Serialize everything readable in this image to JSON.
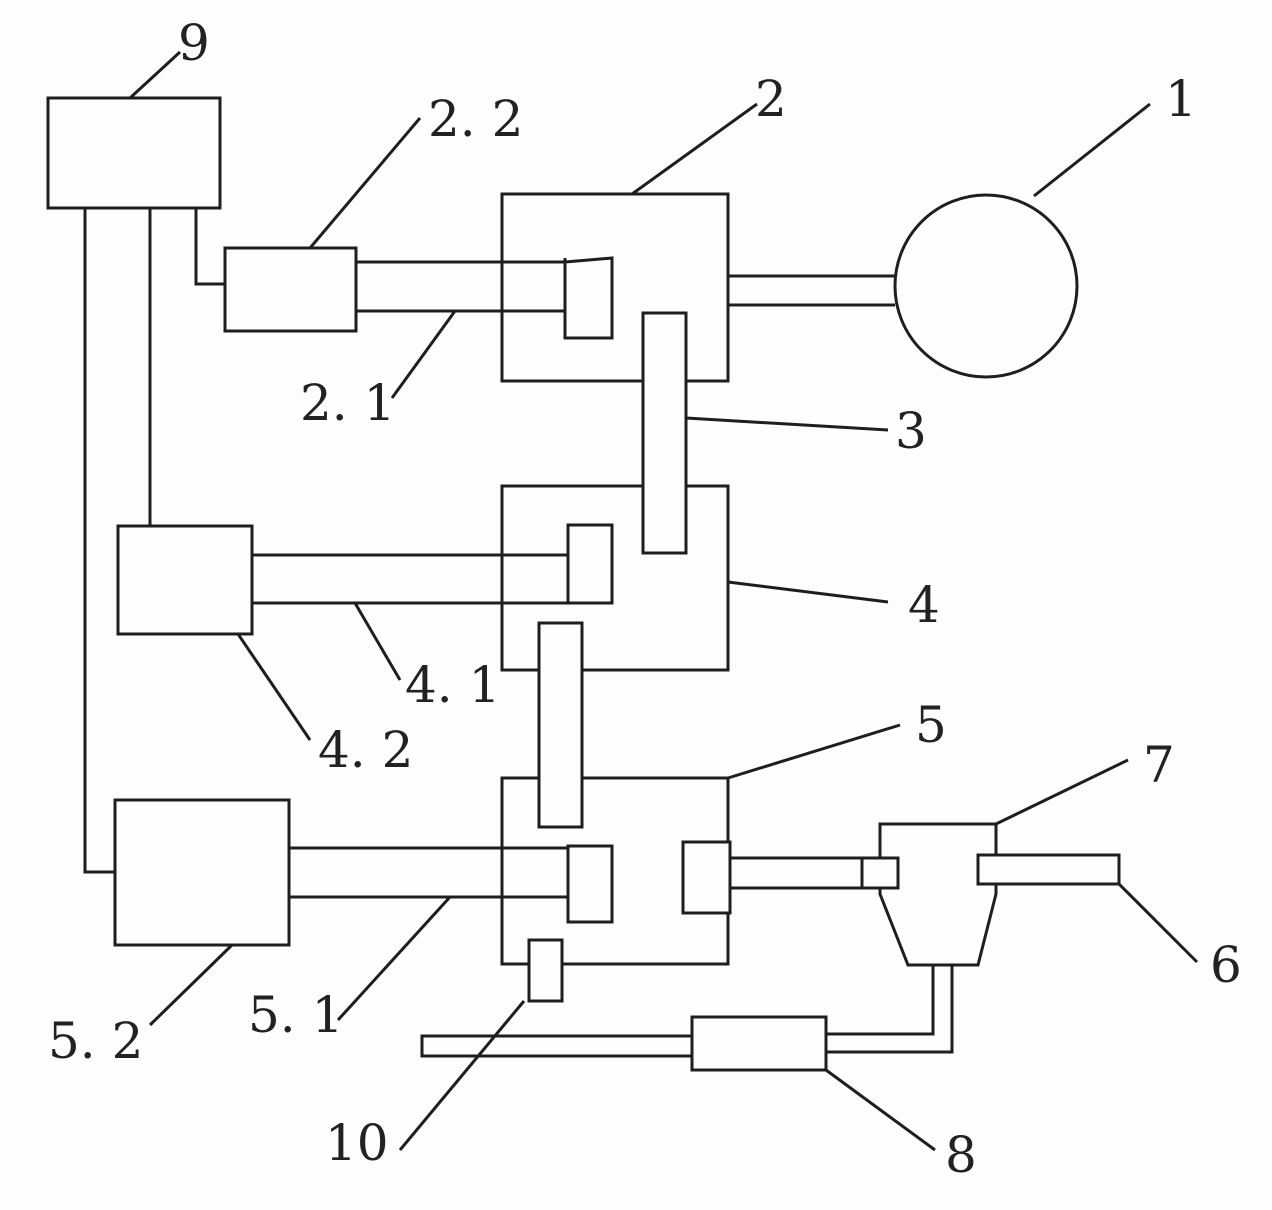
{
  "labels": {
    "l1": "1",
    "l2": "2",
    "l2_1": "2. 1",
    "l2_2": "2. 2",
    "l3": "3",
    "l4": "4",
    "l4_1": "4. 1",
    "l4_2": "4. 2",
    "l5": "5",
    "l5_1": "5. 1",
    "l5_2": "5. 2",
    "l6": "6",
    "l7": "7",
    "l8": "8",
    "l9": "9",
    "l10": "10"
  },
  "colors": {
    "line": "#1e1e1e",
    "text": "#222222",
    "background": "#fdfdfc"
  }
}
